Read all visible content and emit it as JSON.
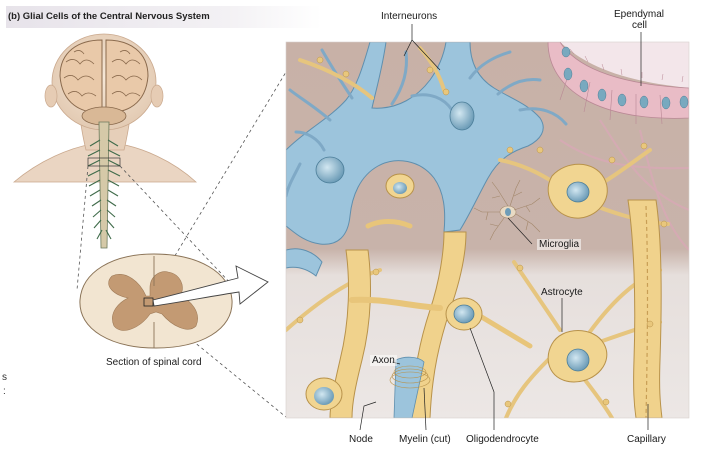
{
  "figure": {
    "title": "(b) Glial Cells of the Central Nervous System",
    "section_caption": "Section of spinal cord",
    "labels": {
      "interneurons": "Interneurons",
      "ependymal_line1": "Ependymal",
      "ependymal_line2": "cell",
      "microglia": "Microglia",
      "astrocyte": "Astrocyte",
      "axon": "Axon",
      "node": "Node",
      "myelin": "Myelin (cut)",
      "oligodendrocyte": "Oligodendrocyte",
      "capillary": "Capillary"
    },
    "edge_marks": [
      "s",
      ":"
    ],
    "colors": {
      "neuron_blue": "#9cc4dc",
      "glia_yellow": "#f1d591",
      "glia_outline": "#b8924a",
      "ependymal_pink": "#ecc3cb",
      "bg_top": "#c9b2a8",
      "bg_bottom": "#e9e4e2",
      "cord_white": "#f2e6d2",
      "cord_gray": "#c7a07a"
    }
  }
}
